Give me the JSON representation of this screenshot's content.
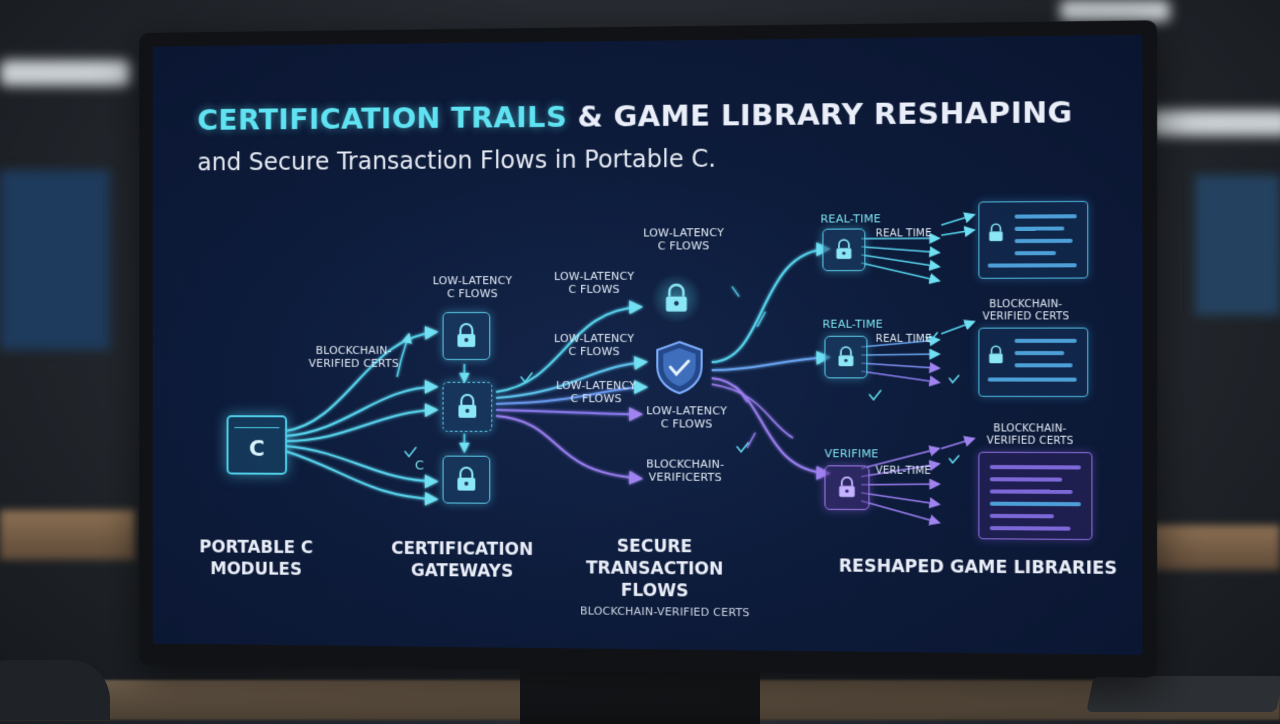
{
  "title": {
    "highlight": "CERTIFICATION TRAILS",
    "rest": " & GAME LIBRARY RESHAPING",
    "subtitle": "and Secure Transaction Flows in Portable C."
  },
  "module": {
    "letter": "C"
  },
  "labels": {
    "low_latency_1": "LOW-LATENCY\nC FLOWS",
    "low_latency_2": "LOW-LATENCY\nC FLOWS",
    "low_latency_3": "LOW-LATENCY\nC FLOWS",
    "low_latency_4": "LOW-LATENCY\nC FLOWS",
    "low_latency_5": "LOW-LATENCY\nC FLOWS",
    "low_latency_6": "LOW-LATENCY\nC FLOWS",
    "blockchain_1": "BLOCKCHAIN-\nVERIFIED CERTS",
    "blockchain_2": "BLOCKCHAIN-\nVERIFICERTS",
    "blockchain_3": "BLOCKCHAIN-\nVERIFIED CERTS",
    "blockchain_4": "BLOCKCHAIN-\nVERIFIED CERTS",
    "realtime_1": "REAL-TIME",
    "realtime_1b": "REAL TIME",
    "realtime_2": "REAL-TIME",
    "realtime_2b": "REAL TIME",
    "verif_3": "VERIFIME",
    "realtime_3b": "VERL-TIME",
    "c_glyph": "C"
  },
  "columns": {
    "modules": "PORTABLE C\nMODULES",
    "gateways": "CERTIFICATION\nGATEWAYS",
    "flows": "SECURE\nTRANSACTION\nFLOWS",
    "libraries": "RESHAPED GAME LIBRARIES"
  },
  "footer": "BLOCKCHAIN-VERIFIED CERTS",
  "colors": {
    "cyan": "#5fe3f2",
    "blue": "#4fb6dc",
    "purple": "#9c7ae8",
    "screen_bg": "#0d1b3a"
  }
}
